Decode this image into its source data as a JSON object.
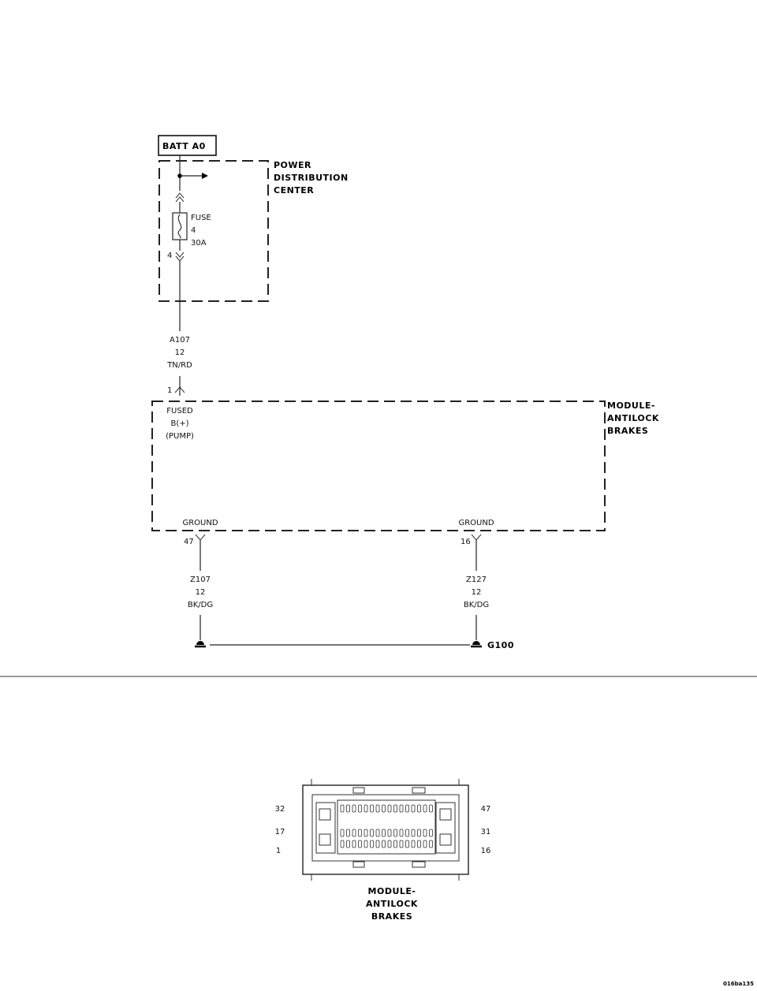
{
  "battery": {
    "label": "BATT A0"
  },
  "pdc": {
    "name_lines": [
      "POWER",
      "DISTRIBUTION",
      "CENTER"
    ]
  },
  "fuse": {
    "label": "FUSE",
    "number": "4",
    "rating": "30A",
    "pin": "4"
  },
  "wire_a107": {
    "circuit": "A107",
    "gauge": "12",
    "color": "TN/RD"
  },
  "abs_module": {
    "name_lines": [
      "MODULE-",
      "ANTILOCK",
      "BRAKES"
    ],
    "pin1": {
      "pin": "1",
      "label_lines": [
        "FUSED",
        "B(+)",
        "(PUMP)"
      ]
    },
    "ground_left": {
      "label": "GROUND",
      "pin": "47"
    },
    "ground_right": {
      "label": "GROUND",
      "pin": "16"
    }
  },
  "wire_z107": {
    "circuit": "Z107",
    "gauge": "12",
    "color": "BK/DG"
  },
  "wire_z127": {
    "circuit": "Z127",
    "gauge": "12",
    "color": "BK/DG"
  },
  "ground_point": {
    "label": "G100"
  },
  "connector": {
    "pins_left": [
      "32",
      "17",
      "1"
    ],
    "pins_right": [
      "47",
      "31",
      "16"
    ],
    "name_lines": [
      "MODULE-",
      "ANTILOCK",
      "BRAKES"
    ]
  },
  "figure_id": "016ba135"
}
